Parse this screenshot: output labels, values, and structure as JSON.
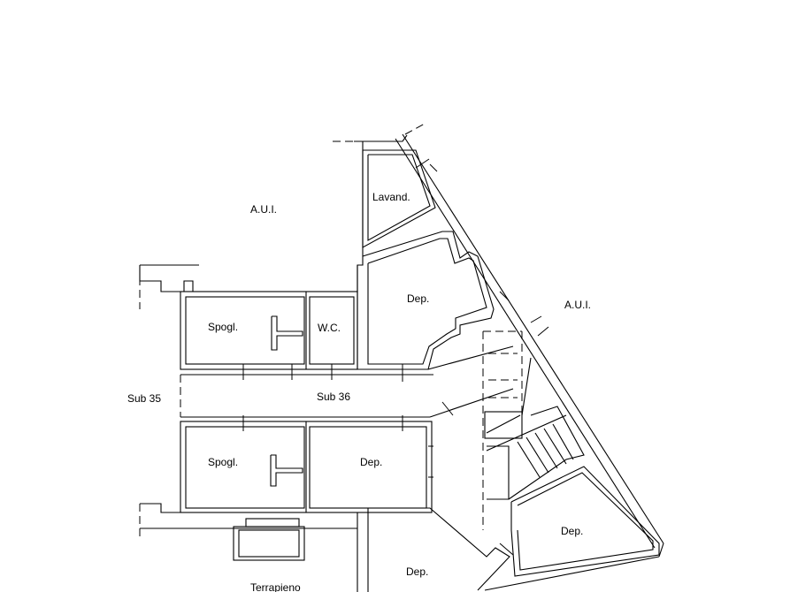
{
  "rooms": {
    "aui_top": "A.U.I.",
    "aui_right": "A.U.I.",
    "lavand": "Lavand.",
    "dep_upper": "Dep.",
    "spogl_upper": "Spogl.",
    "wc": "W.C.",
    "sub35": "Sub 35",
    "sub36": "Sub 36",
    "spogl_lower": "Spogl.",
    "dep_lower": "Dep.",
    "dep_right": "Dep.",
    "dep_bottom": "Dep.",
    "terrapieno": "Terrapieno"
  }
}
